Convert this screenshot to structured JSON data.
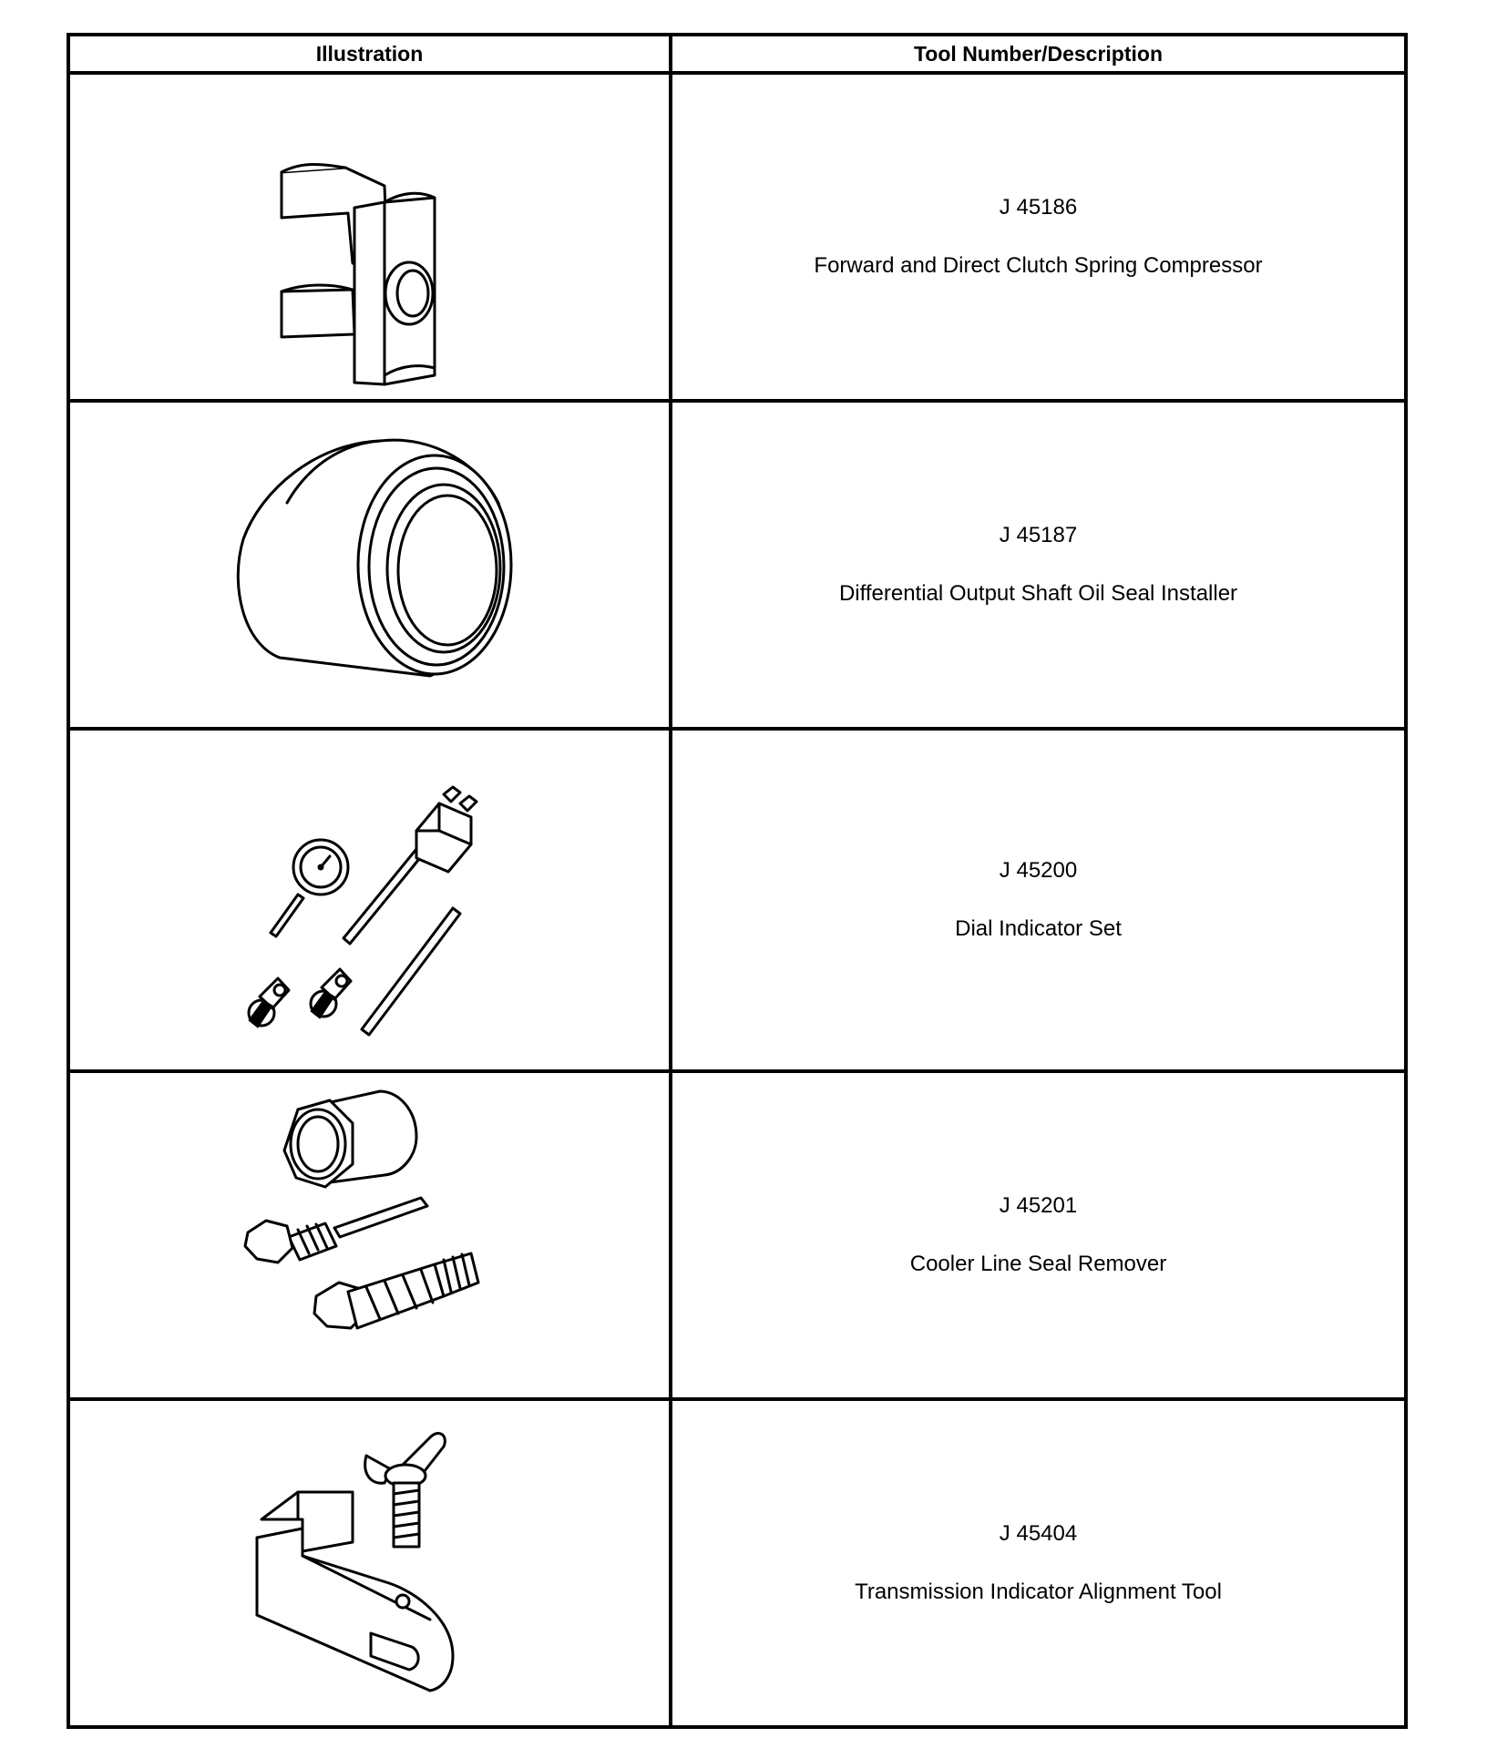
{
  "table": {
    "headers": {
      "illustration": "Illustration",
      "tool": "Tool Number/Description"
    },
    "rows": [
      {
        "number": "J 45186",
        "description": "Forward and Direct Clutch Spring Compressor",
        "icon": "clutch-spring-compressor-illustration"
      },
      {
        "number": "J 45187",
        "description": "Differential Output Shaft Oil Seal Installer",
        "icon": "oil-seal-installer-illustration"
      },
      {
        "number": "J 45200",
        "description": "Dial Indicator Set",
        "icon": "dial-indicator-set-illustration"
      },
      {
        "number": "J 45201",
        "description": "Cooler Line Seal Remover",
        "icon": "cooler-line-seal-remover-illustration"
      },
      {
        "number": "J 45404",
        "description": "Transmission Indicator Alignment Tool",
        "icon": "alignment-tool-illustration"
      }
    ]
  }
}
